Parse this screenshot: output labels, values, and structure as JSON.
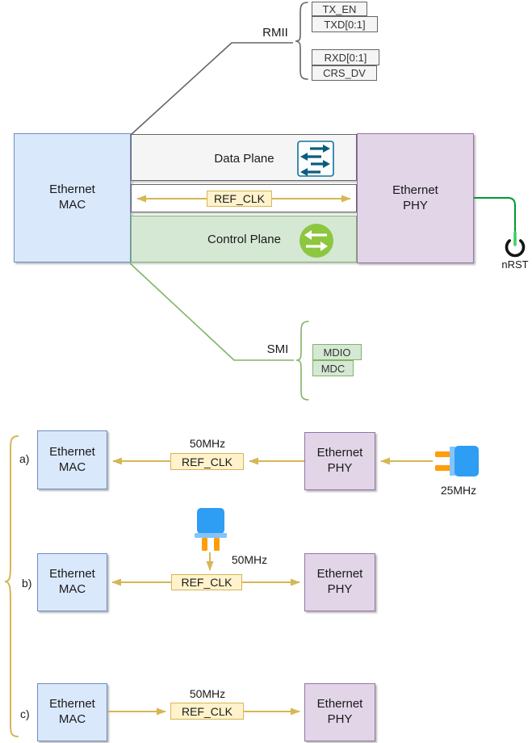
{
  "top": {
    "rmii_label": "RMII",
    "rmii_signals": [
      "TX_EN",
      "TXD[0:1]",
      "RXD[0:1]",
      "CRS_DV"
    ],
    "smi_label": "SMI",
    "smi_signals": [
      "MDIO",
      "MDC"
    ],
    "mac_label": "Ethernet\nMAC",
    "phy_label": "Ethernet\nPHY",
    "data_plane_label": "Data Plane",
    "control_plane_label": "Control Plane",
    "ref_clk_label": "REF_CLK",
    "nrst_label": "nRST",
    "data_plane_icon": "transfer-arrows-icon",
    "control_plane_icon": "swap-arrows-icon",
    "nrst_icon": "power-icon"
  },
  "bottom": {
    "rows": [
      {
        "label": "a)",
        "mac": "Ethernet\nMAC",
        "phy": "Ethernet\nPHY",
        "ref_clk": "REF_CLK",
        "freq": "50MHz",
        "crystal_freq": "25MHz",
        "crystal_icon": "crystal-oscillator-icon"
      },
      {
        "label": "b)",
        "mac": "Ethernet\nMAC",
        "phy": "Ethernet\nPHY",
        "ref_clk": "REF_CLK",
        "freq": "50MHz",
        "crystal_icon": "crystal-oscillator-icon"
      },
      {
        "label": "c)",
        "mac": "Ethernet\nMAC",
        "phy": "Ethernet\nPHY",
        "ref_clk": "REF_CLK",
        "freq": "50MHz"
      }
    ]
  },
  "colors": {
    "mac_fill": "#dae8fc",
    "mac_border": "#6c8ebf",
    "phy_fill": "#e1d5e7",
    "phy_border": "#9673a6",
    "data_plane_fill": "#f5f5f5",
    "data_plane_border": "#666666",
    "control_plane_fill": "#d5e8d4",
    "control_plane_border": "#82b366",
    "clock_fill": "#fff2cc",
    "clock_border": "#d6b656",
    "arrow_yellow": "#d6b656",
    "smi_green": "#82b366",
    "nrst_wire_green": "#009933",
    "power_bar_green": "#3fd065",
    "crystal_body_blue": "#2e9df4",
    "crystal_plate_blue": "#85c4f8",
    "crystal_legs_orange": "#ff9d0a",
    "control_icon_green": "#8dc63f",
    "data_icon_teal": "#10739e"
  }
}
